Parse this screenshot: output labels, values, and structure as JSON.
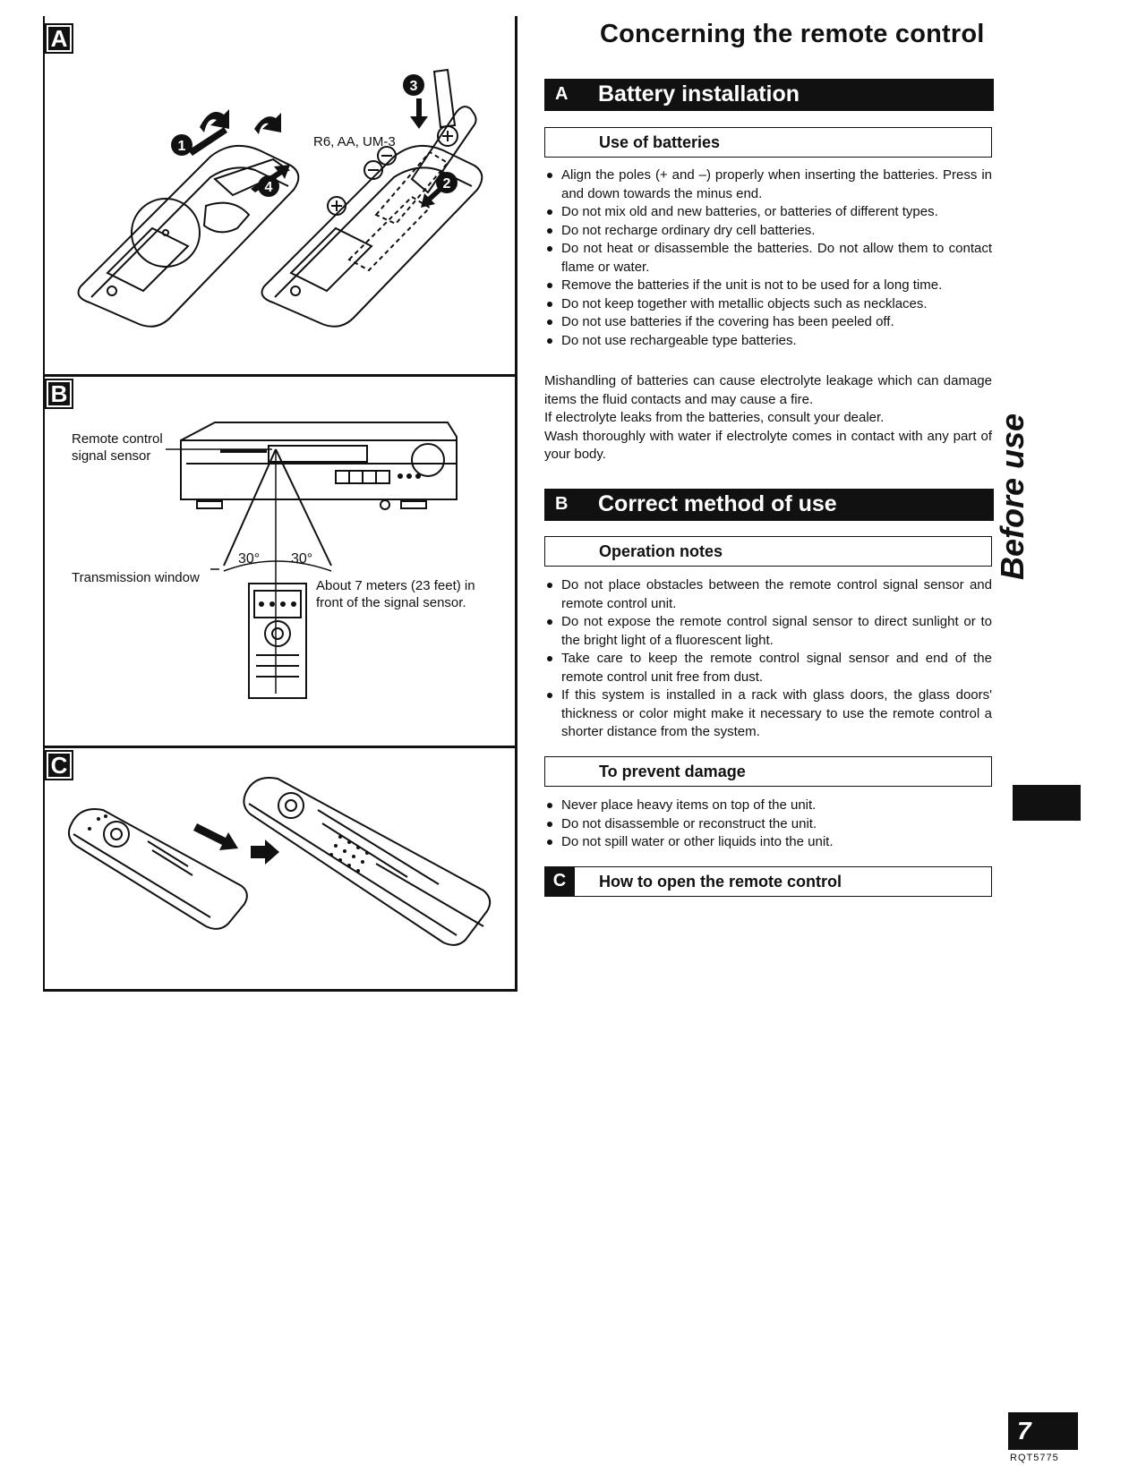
{
  "page_title": "Concerning the remote control",
  "figure": {
    "panel_a": {
      "tag": "A",
      "battery_label": "R6, AA, UM-3",
      "steps": [
        "1",
        "2",
        "3",
        "4"
      ]
    },
    "panel_b": {
      "tag": "B",
      "sensor_label_line1": "Remote control",
      "sensor_label_line2": "signal sensor",
      "angle_left": "30°",
      "angle_right": "30°",
      "window_label": "Transmission window",
      "distance_label": "About 7 meters (23 feet) in front of the signal sensor."
    },
    "panel_c": {
      "tag": "C"
    }
  },
  "section_a": {
    "letter": "A",
    "title": "Battery installation",
    "sub_title": "Use of batteries",
    "bullets": [
      "Align the poles (+ and –) properly when inserting the batteries. Press in and down towards the minus end.",
      "Do not mix old and new batteries, or batteries of different types.",
      "Do not recharge ordinary dry cell batteries.",
      "Do not heat or disassemble the batteries. Do not allow them to contact flame or water.",
      "Remove the batteries if the unit is not to be used for a long time.",
      "Do not keep together with metallic objects such as necklaces.",
      "Do not use batteries if the covering has been peeled off.",
      "Do not use rechargeable type batteries."
    ],
    "warning_lines": [
      "Mishandling of batteries can cause electrolyte leakage which can damage items the fluid contacts and may cause a fire.",
      "If electrolyte leaks from the batteries, consult your dealer.",
      "Wash thoroughly with water if electrolyte comes in contact with any part of your body."
    ]
  },
  "section_b": {
    "letter": "B",
    "title": "Correct method of use",
    "sub1_title": "Operation notes",
    "sub1_bullets": [
      "Do not place obstacles between the remote control signal sensor and remote control unit.",
      "Do not expose the remote control signal sensor to direct sunlight or to the bright light of a fluorescent light.",
      "Take care to keep the remote control signal sensor and end of the remote control unit free from dust.",
      "If this system is installed in a rack with glass doors, the glass doors' thickness or color might make it necessary to use the remote control a shorter distance from the system."
    ],
    "sub2_title": "To prevent damage",
    "sub2_bullets": [
      "Never place heavy items on top of the unit.",
      "Do not disassemble or reconstruct the unit.",
      "Do not spill water or other liquids into the unit."
    ]
  },
  "section_c": {
    "letter": "C",
    "title": "How to open the remote control"
  },
  "side_label": "Before use",
  "page_number": "7",
  "doc_code": "RQT5775"
}
